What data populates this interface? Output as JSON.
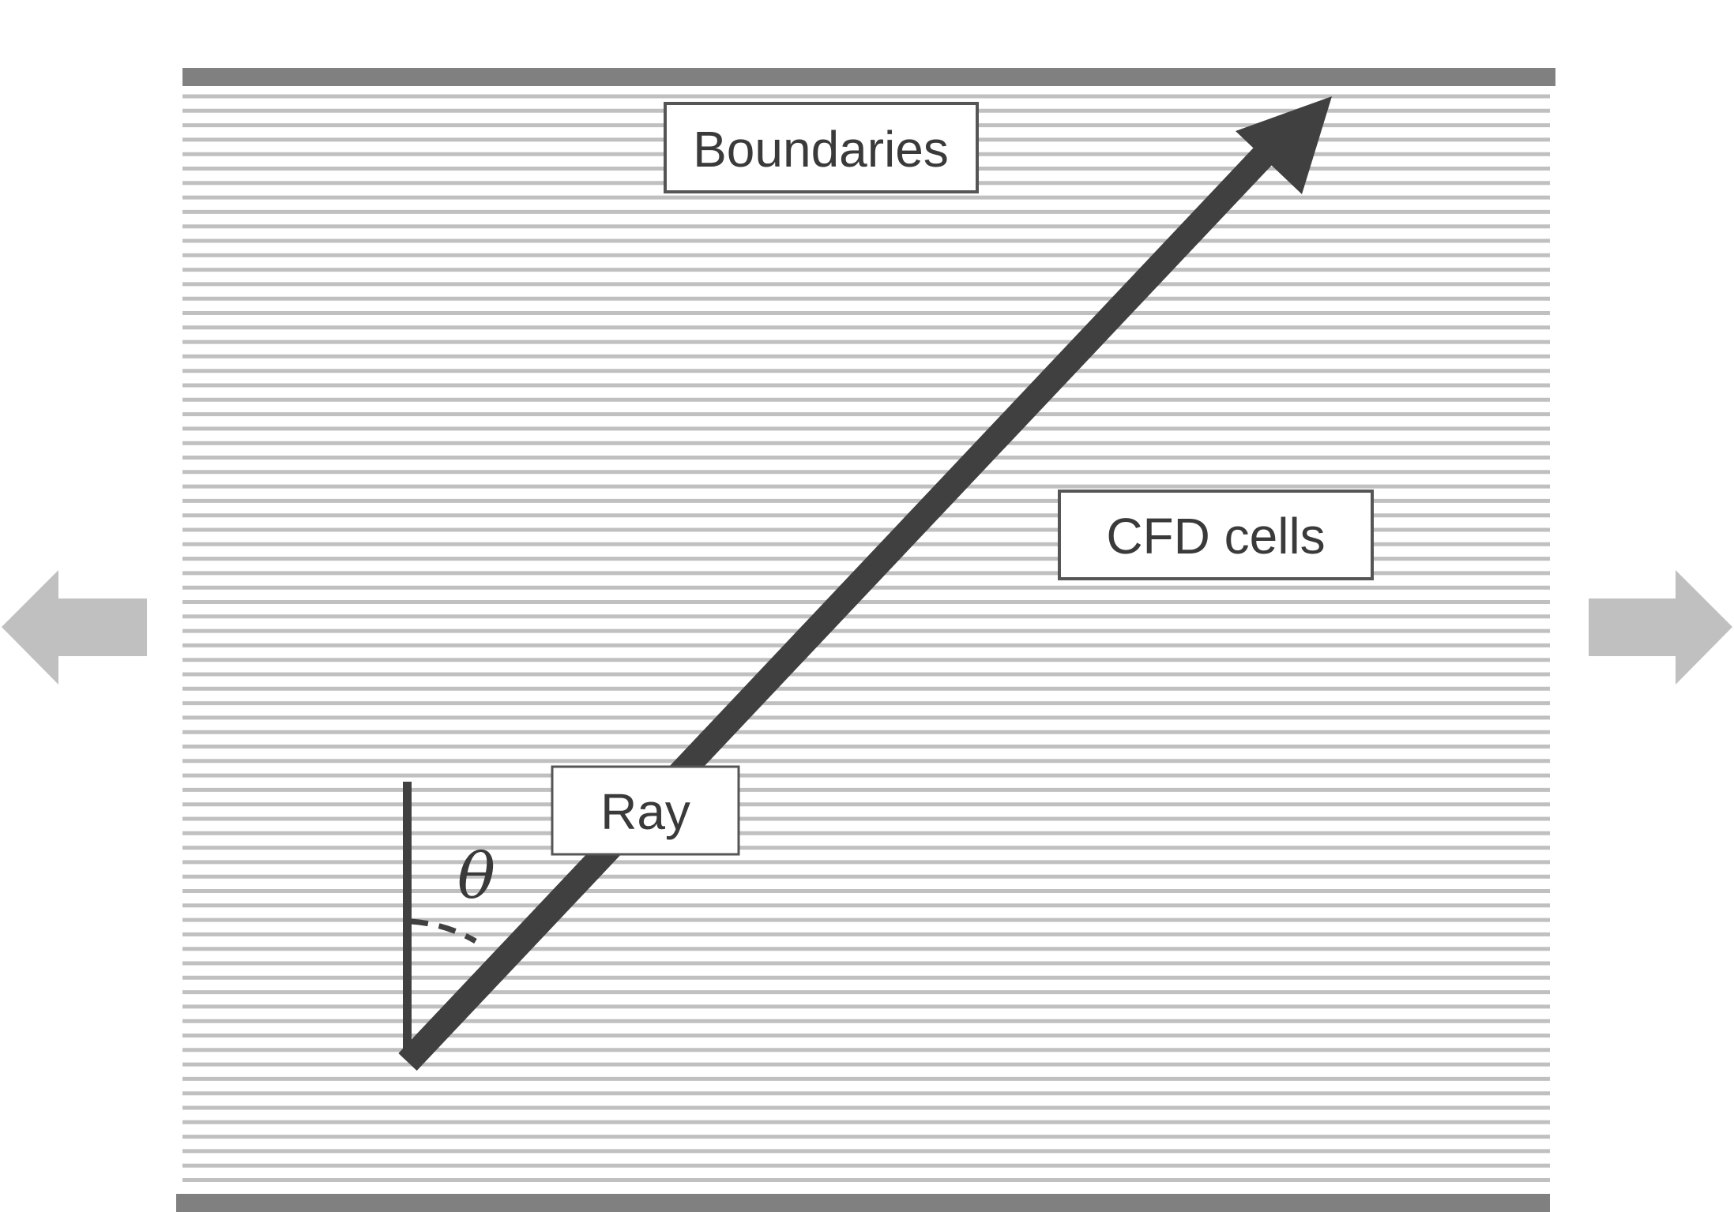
{
  "labels": {
    "boundaries": "Boundaries",
    "cfd_cells": "CFD cells",
    "ray": "Ray",
    "angle": "θ"
  },
  "icons": {
    "left": "arrow-left-icon",
    "right": "arrow-right-icon"
  },
  "colors": {
    "boundary": "#808080",
    "cell_line": "#c0c0c0",
    "ray": "#404040",
    "side_arrow": "#c0c0c0",
    "label_border": "#555555",
    "text": "#3a3a3a"
  }
}
